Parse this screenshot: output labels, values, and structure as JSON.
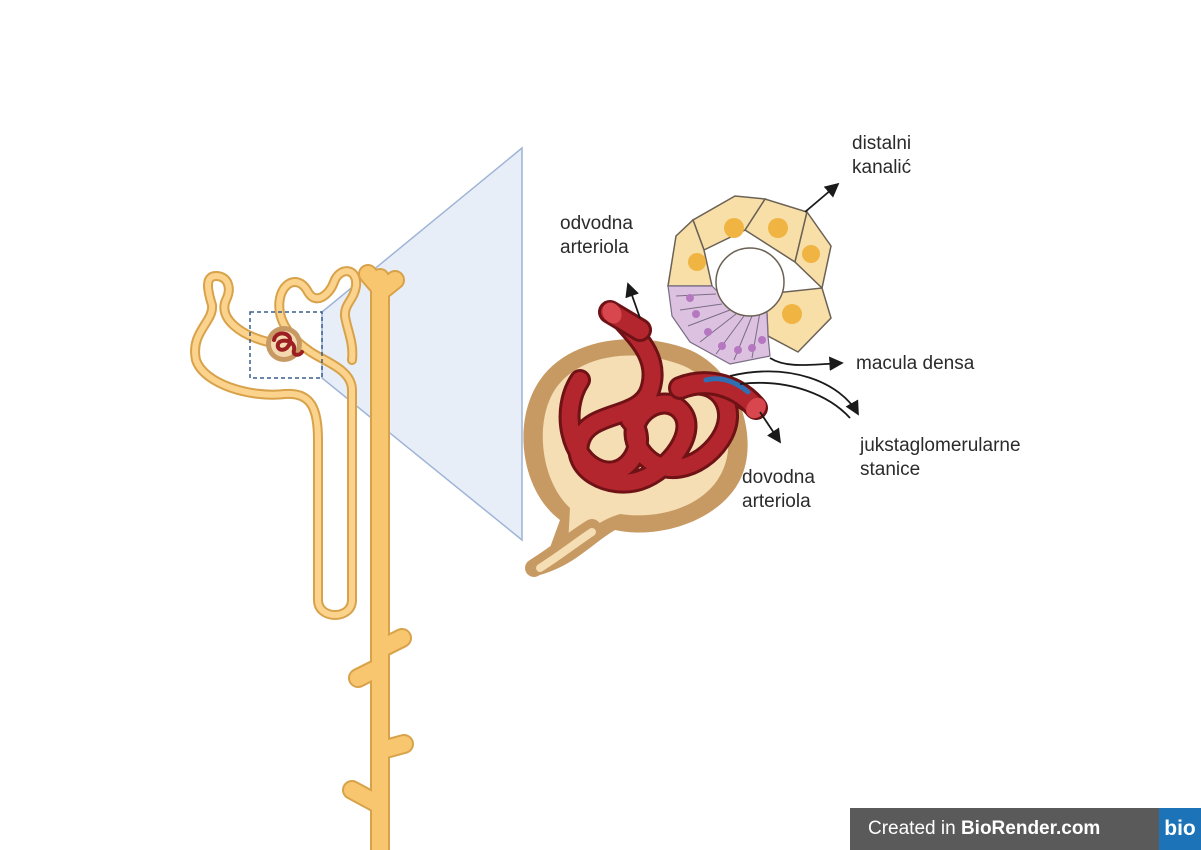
{
  "labels": {
    "distal_tubule": "distalni\nkanalić",
    "efferent_arteriole": "odvodna\narteriola",
    "macula_densa": "macula densa",
    "juxtaglomerular_cells": "jukstaglomerularne\nstanice",
    "afferent_arteriole": "dovodna\narteriola"
  },
  "watermark": {
    "prefix": "Created in ",
    "brand": "BioRender.com",
    "logo": "bio"
  },
  "colors": {
    "tubule": "#f4c46e",
    "vessel": "#b3262d",
    "capsule": "#c89a63",
    "cell": "#f8dfa8",
    "nucleus": "#f0b443",
    "macula_cell": "#dcc2e0",
    "macula_nucleus": "#b578c0",
    "jg_cells": "#2f6fb3",
    "zoom_cone": "#e6eef9"
  }
}
